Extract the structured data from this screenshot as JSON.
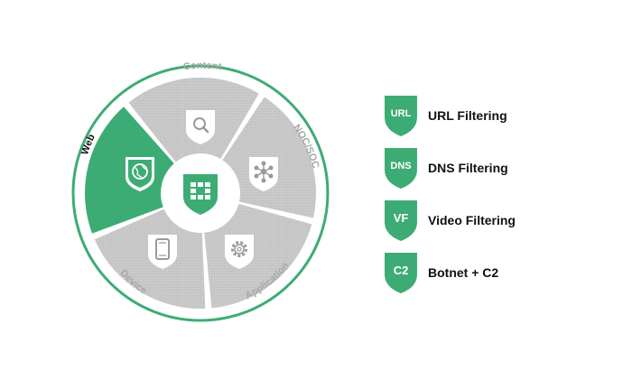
{
  "colors": {
    "green": "#3dac74",
    "gray": "#c6c6c6",
    "ring": "#ffffff",
    "outline": "#3dac74"
  },
  "wheel": {
    "segments": [
      {
        "name": "Content",
        "icon": "search-icon",
        "active": false
      },
      {
        "name": "NOC/SOC",
        "icon": "network-icon",
        "active": false
      },
      {
        "name": "Application",
        "icon": "gear-icon",
        "active": false
      },
      {
        "name": "Device",
        "icon": "phone-icon",
        "active": false
      },
      {
        "name": "Web",
        "icon": "globe-icon",
        "active": true
      }
    ],
    "center_icon": "fortinet-chip-icon"
  },
  "legend": [
    {
      "abbr": "URL",
      "label": "URL Filtering"
    },
    {
      "abbr": "DNS",
      "label": "DNS Filtering"
    },
    {
      "abbr": "VF",
      "label": "Video Filtering"
    },
    {
      "abbr": "C2",
      "label": "Botnet + C2"
    }
  ]
}
